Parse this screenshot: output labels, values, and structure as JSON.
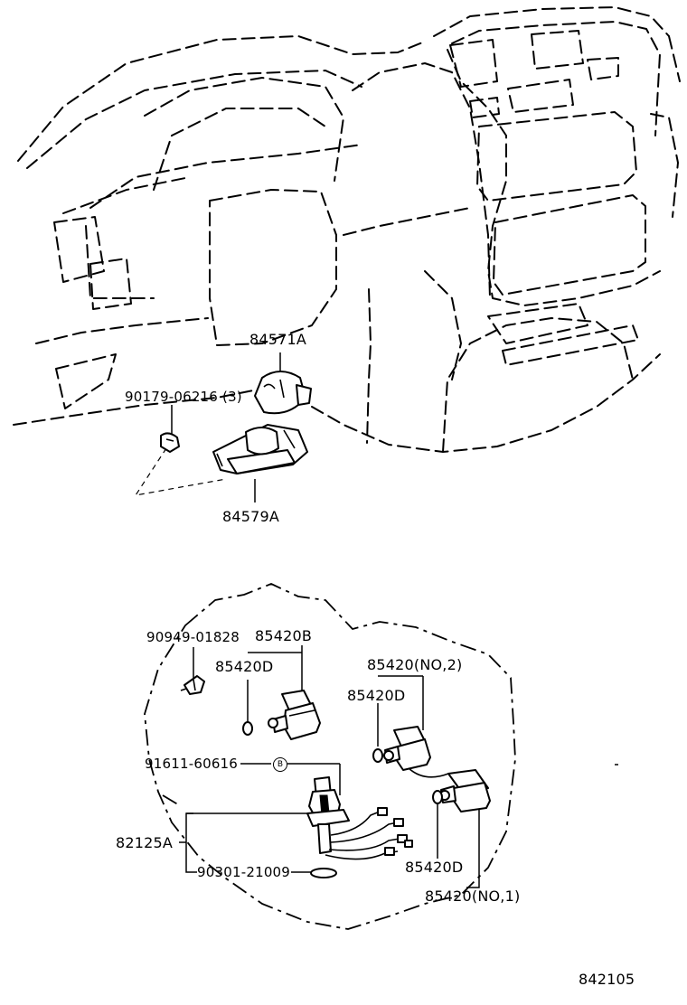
{
  "labels": {
    "p84571A": "84571A",
    "p90179": "90179-06216 (3)",
    "p84579A": "84579A",
    "p90949": "90949-01828",
    "p85420B": "85420B",
    "p85420D_a": "85420D",
    "p85420no2": "85420(NO,2)",
    "p85420D_b": "85420D",
    "p91611": "91611-60616",
    "badgeB": "B",
    "p82125A": "82125A",
    "p90301": "90301-21009",
    "p85420D_c": "85420D",
    "p85420no1": "85420(NO,1)",
    "figure": "842105"
  }
}
